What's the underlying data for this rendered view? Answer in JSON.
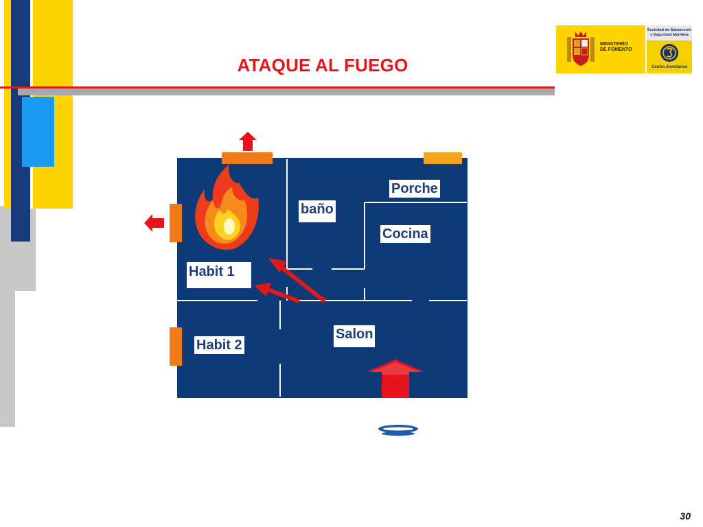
{
  "slide": {
    "title": "ATAQUE AL FUEGO",
    "page_number": "30"
  },
  "logo": {
    "ministry_line1": "MINISTERIO",
    "ministry_line2": "DE FOMENTO",
    "society_line1": "Sociedad de Salvamento",
    "society_line2": "y Seguridad Marítima",
    "centre": "Centro Jovellanos"
  },
  "floorplan": {
    "rooms": {
      "habit1": "Habit 1",
      "habit2": "Habit 2",
      "bano": "baño",
      "porche": "Porche",
      "cocina": "Cocina",
      "salon": "Salon"
    }
  },
  "colors": {
    "accent_red": "#e8141b",
    "plan_blue": "#0f3a78",
    "deco_yellow": "#ffd400",
    "deco_navy": "#163a7a",
    "deco_blue": "#1a9bf0",
    "deco_gray": "#c8c8c8"
  },
  "icons": [
    "fire-icon",
    "arrow-up-icon",
    "arrow-left-icon",
    "attack-arrow-icon",
    "entry-arrow-icon",
    "hose-nozzle-icon",
    "coat-of-arms-icon",
    "emblem-icon"
  ]
}
